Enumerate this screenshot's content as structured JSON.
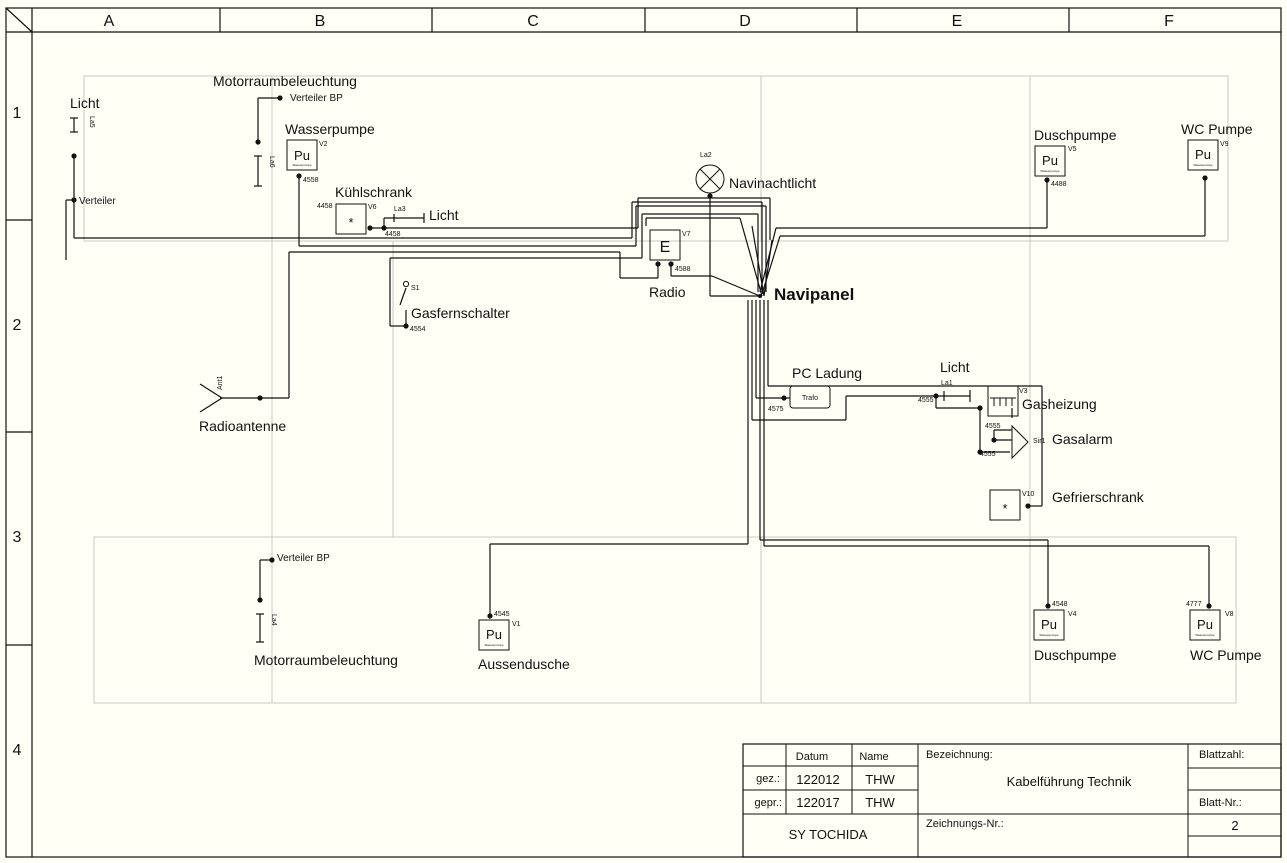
{
  "frame": {
    "columns": [
      "A",
      "B",
      "C",
      "D",
      "E",
      "F"
    ],
    "rows": [
      "1",
      "2",
      "3",
      "4"
    ]
  },
  "labels": {
    "motor_top": "Motorraumbeleuchtung",
    "verteiler_bp_top": "Verteiler BP",
    "licht_left": "Licht",
    "la5": "La5",
    "la6": "La6",
    "verteiler": "Verteiler",
    "wasserpumpe": "Wasserpumpe",
    "v2": "V2",
    "n4558": "4558",
    "kuehlschrank": "Kühlschrank",
    "n4458a": "4458",
    "v6": "V6",
    "la3": "La3",
    "licht_mid": "Licht",
    "n4458b": "4458",
    "la2": "La2",
    "navinachtlicht": "Navinachtlicht",
    "duschpumpe_top": "Duschpumpe",
    "v5": "V5",
    "n4488": "4488",
    "wc_pumpe_top": "WC Pumpe",
    "v9": "V9",
    "radio_box": "E",
    "v7": "V7",
    "n4588": "4588",
    "radio": "Radio",
    "navipanel": "Navipanel",
    "s1": "S1",
    "gasfernschalter": "Gasfernschalter",
    "n4554": "4554",
    "ant1": "Ant1",
    "radioantenne": "Radioantenne",
    "pc_ladung": "PC Ladung",
    "trafo": "Trafo",
    "n4575": "4575",
    "licht_right": "Licht",
    "la1": "La1",
    "n4555a": "4555",
    "v3": "V3",
    "gasheizung": "Gasheizung",
    "n4555b": "4555",
    "sir1": "Sir1",
    "gasalarm": "Gasalarm",
    "n4555c": "4555",
    "v10": "V10",
    "gefrierschrank": "Gefrierschrank",
    "verteiler_bp_bottom": "Verteiler BP",
    "la4": "La4",
    "motor_bottom": "Motorraumbeleuchtung",
    "n4545": "4545",
    "v1": "V1",
    "aussendusche": "Aussendusche",
    "n4548": "4548",
    "v4": "V4",
    "duschpumpe_bottom": "Duschpumpe",
    "n4777": "4777",
    "v8": "V8",
    "wc_pumpe_bottom": "WC Pumpe",
    "pu": "Pu",
    "pu_sub": "Wasserpumpe",
    "star": "*"
  },
  "title_block": {
    "datum_header": "Datum",
    "name_header": "Name",
    "bezeichnung_label": "Bezeichnung:",
    "blattzahl_label": "Blattzahl:",
    "gez_label": "gez.:",
    "gez_datum": "122012",
    "gez_name": "THW",
    "gepr_label": "gepr.:",
    "gepr_datum": "122017",
    "gepr_name": "THW",
    "title": "Kabelführung Technik",
    "blatt_nr_label": "Blatt-Nr.:",
    "blatt_nr": "2",
    "vessel": "SY TOCHIDA",
    "zeichnungs_nr_label": "Zeichnungs-Nr.:"
  }
}
